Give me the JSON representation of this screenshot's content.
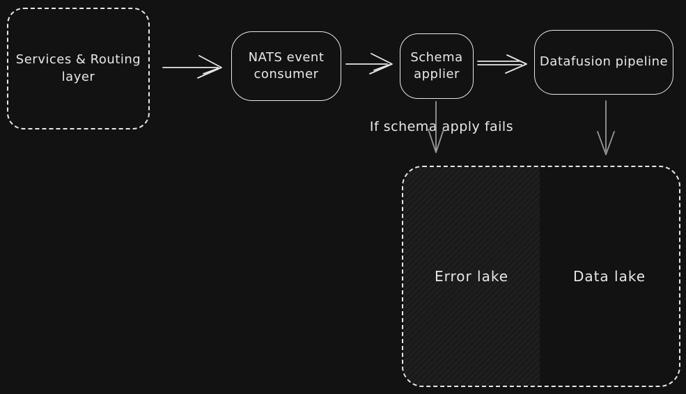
{
  "colors": {
    "background": "#121212",
    "ink": "#e8e8e8",
    "arrow_gray": "#9a9a9a",
    "hatch_base": "#1a1a1a",
    "hatch_line": "#262626"
  },
  "nodes": {
    "services_routing": {
      "label": "Services & Routing layer"
    },
    "nats_consumer": {
      "label": "NATS event consumer"
    },
    "schema_applier": {
      "label": "Schema applier"
    },
    "datafusion_pipeline": {
      "label": "Datafusion pipeline"
    },
    "error_lake": {
      "label": "Error lake"
    },
    "data_lake": {
      "label": "Data lake"
    }
  },
  "edge_labels": {
    "schema_fail": "If schema apply fails"
  }
}
